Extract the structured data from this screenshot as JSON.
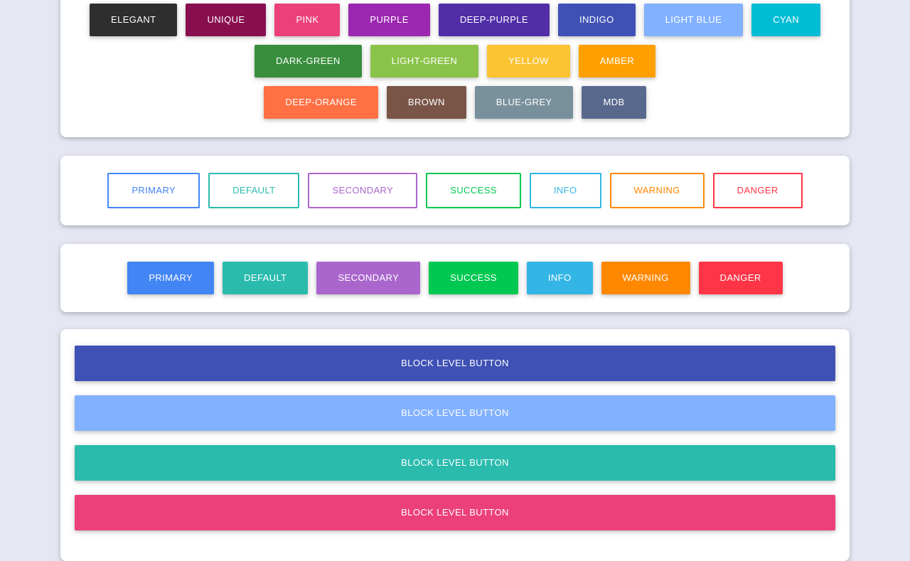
{
  "page": {
    "background_color": "#e5e7f3"
  },
  "palette_card": {
    "rows": [
      {
        "buttons": [
          {
            "label": "ELEGANT",
            "color": "#2e2e2e"
          },
          {
            "label": "UNIQUE",
            "color": "#880e4f"
          },
          {
            "label": "PINK",
            "color": "#ec407a"
          },
          {
            "label": "PURPLE",
            "color": "#9c27b0"
          },
          {
            "label": "DEEP-PURPLE",
            "color": "#512da8"
          },
          {
            "label": "INDIGO",
            "color": "#3f51b5"
          },
          {
            "label": "LIGHT BLUE",
            "color": "#82b1ff"
          },
          {
            "label": "CYAN",
            "color": "#00bcd4"
          }
        ]
      },
      {
        "buttons": [
          {
            "label": "DARK-GREEN",
            "color": "#388e3c"
          },
          {
            "label": "LIGHT-GREEN",
            "color": "#8bc34a"
          },
          {
            "label": "YELLOW",
            "color": "#fcc332"
          },
          {
            "label": "AMBER",
            "color": "#ffa000"
          }
        ]
      },
      {
        "buttons": [
          {
            "label": "DEEP-ORANGE",
            "color": "#ff7044"
          },
          {
            "label": "BROWN",
            "color": "#795548"
          },
          {
            "label": "BLUE-GREY",
            "color": "#78909c"
          },
          {
            "label": "MDB",
            "color": "#59698d"
          }
        ]
      }
    ]
  },
  "outline_card": {
    "buttons": [
      {
        "label": "PRIMARY",
        "color": "#4285f4"
      },
      {
        "label": "DEFAULT",
        "color": "#2bbbad"
      },
      {
        "label": "SECONDARY",
        "color": "#aa66cc"
      },
      {
        "label": "SUCCESS",
        "color": "#00c851"
      },
      {
        "label": "INFO",
        "color": "#33b5e5"
      },
      {
        "label": "WARNING",
        "color": "#ff8800"
      },
      {
        "label": "DANGER",
        "color": "#ff3547"
      }
    ]
  },
  "solid_card": {
    "buttons": [
      {
        "label": "PRIMARY",
        "color": "#4285f4"
      },
      {
        "label": "DEFAULT",
        "color": "#2bbbad"
      },
      {
        "label": "SECONDARY",
        "color": "#aa66cc"
      },
      {
        "label": "SUCCESS",
        "color": "#00c851"
      },
      {
        "label": "INFO",
        "color": "#33b5e5"
      },
      {
        "label": "WARNING",
        "color": "#ff8800"
      },
      {
        "label": "DANGER",
        "color": "#ff3547"
      }
    ]
  },
  "block_card": {
    "buttons": [
      {
        "label": "BLOCK LEVEL BUTTON",
        "color": "#3f51b5"
      },
      {
        "label": "BLOCK LEVEL BUTTON",
        "color": "#82b1ff"
      },
      {
        "label": "BLOCK LEVEL BUTTON",
        "color": "#2bbbad"
      },
      {
        "label": "BLOCK LEVEL BUTTON",
        "color": "#ec407a"
      }
    ]
  }
}
